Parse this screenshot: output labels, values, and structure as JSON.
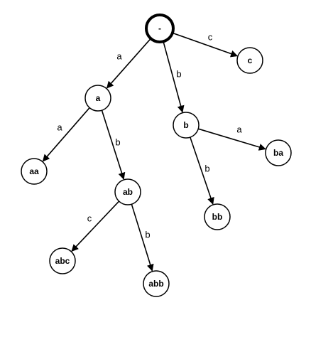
{
  "diagram": {
    "nodes": [
      {
        "id": "root",
        "label": "-",
        "root": true
      },
      {
        "id": "a",
        "label": "a"
      },
      {
        "id": "b",
        "label": "b"
      },
      {
        "id": "c",
        "label": "c"
      },
      {
        "id": "aa",
        "label": "aa"
      },
      {
        "id": "ab",
        "label": "ab"
      },
      {
        "id": "ba",
        "label": "ba"
      },
      {
        "id": "bb",
        "label": "bb"
      },
      {
        "id": "abc",
        "label": "abc"
      },
      {
        "id": "abb",
        "label": "abb"
      }
    ],
    "edges": [
      {
        "from": "root",
        "to": "a",
        "label": "a"
      },
      {
        "from": "root",
        "to": "b",
        "label": "b"
      },
      {
        "from": "root",
        "to": "c",
        "label": "c"
      },
      {
        "from": "a",
        "to": "aa",
        "label": "a"
      },
      {
        "from": "a",
        "to": "ab",
        "label": "b"
      },
      {
        "from": "b",
        "to": "ba",
        "label": "a"
      },
      {
        "from": "b",
        "to": "bb",
        "label": "b"
      },
      {
        "from": "ab",
        "to": "abc",
        "label": "c"
      },
      {
        "from": "ab",
        "to": "abb",
        "label": "b"
      }
    ]
  }
}
